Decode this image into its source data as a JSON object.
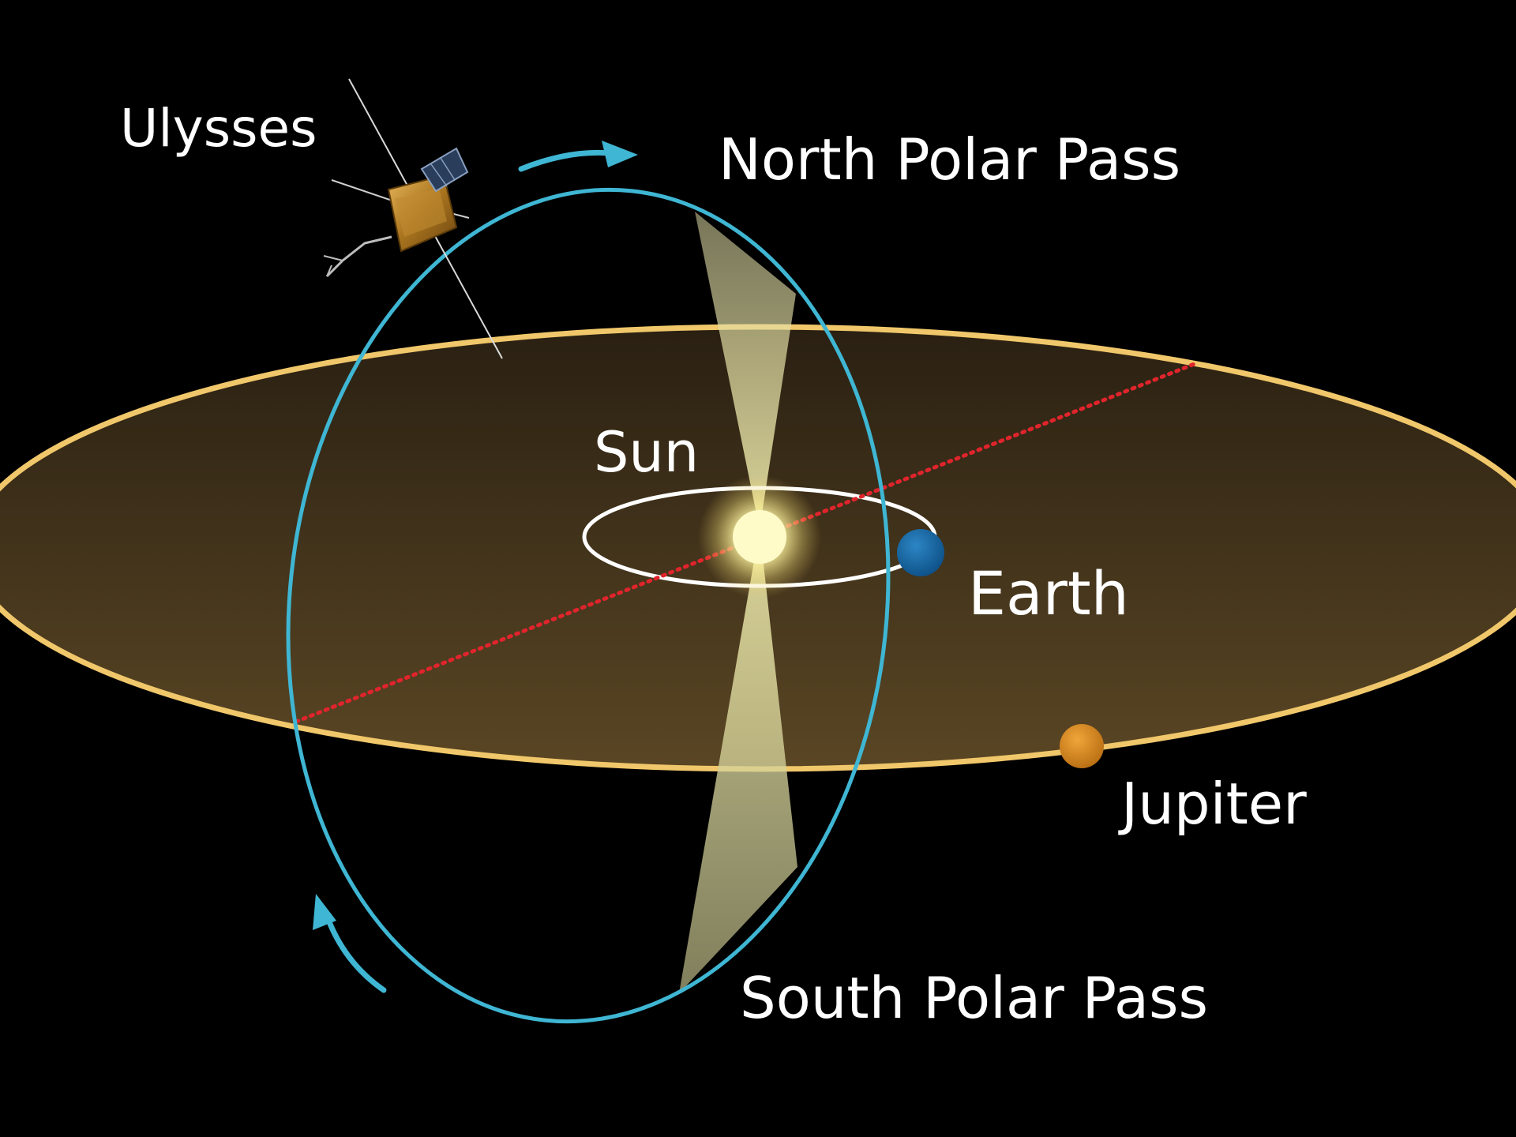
{
  "labels": {
    "ulysses": "Ulysses",
    "north_polar_pass": "North Polar Pass",
    "sun": "Sun",
    "earth": "Earth",
    "jupiter": "Jupiter",
    "south_polar_pass": "South Polar Pass"
  },
  "colors": {
    "background": "#000000",
    "ulysses_orbit": "#3fb6d3",
    "jupiter_orbit": "#f0c76a",
    "ecliptic_fill": "#4a3a1c",
    "earth_orbit": "#ffffff",
    "line_of_apsides": "#e0242c",
    "sun": "#fff9b8",
    "earth": "#12609c",
    "jupiter": "#d68a1e",
    "polar_cone": "#e8e6a0",
    "label_text": "#ffffff"
  },
  "icons": {
    "spacecraft": "ulysses-spacecraft-icon",
    "north_arrow": "direction-arrow-icon",
    "south_arrow": "direction-arrow-icon"
  }
}
